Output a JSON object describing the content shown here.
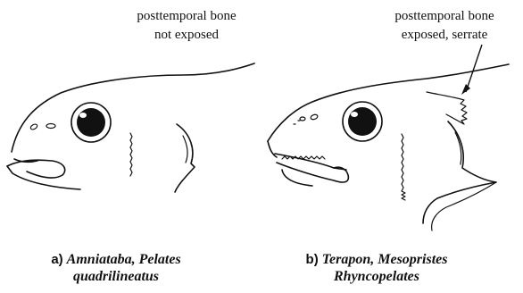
{
  "panel_a": {
    "annotation_line1": "posttemporal bone",
    "annotation_line2": "not exposed",
    "caption_letter": "a)",
    "caption_line1": "Amniataba, Pelates",
    "caption_line2": "quadrilineatus"
  },
  "panel_b": {
    "annotation_line1": "posttemporal bone",
    "annotation_line2": "exposed, serrate",
    "caption_letter": "b)",
    "caption_line1": "Terapon, Mesopristes",
    "caption_line2": "Rhyncopelates"
  }
}
